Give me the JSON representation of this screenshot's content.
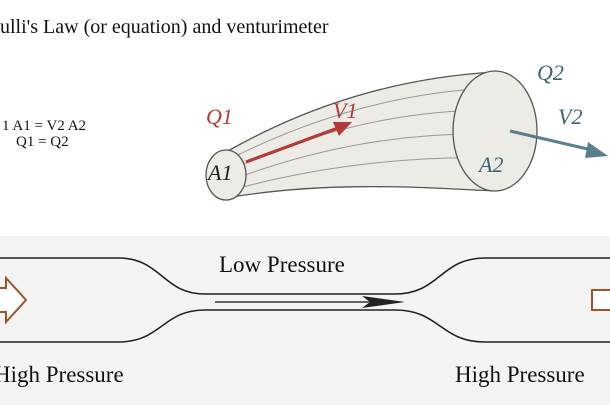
{
  "diagram": {
    "title": "ulli's Law (or equation) and venturimeter",
    "equations": [
      "1 A1 = V2 A2",
      "Q1 = Q2"
    ],
    "tube_labels": {
      "q1": "Q1",
      "v1": "V1",
      "a1": "A1",
      "q2": "Q2",
      "v2": "V2",
      "a2": "A2"
    },
    "venturi": {
      "low_pressure": "Low Pressure",
      "high_pressure_left": "High Pressure",
      "high_pressure_right": "High Pressure"
    }
  },
  "colors": {
    "v1_arrow": "#b23a3a",
    "v2_arrow": "#5a7f8c",
    "inlet_arrow": "#a0522d",
    "tube_fill": "#ecebe6",
    "tube_stroke": "#555555"
  }
}
